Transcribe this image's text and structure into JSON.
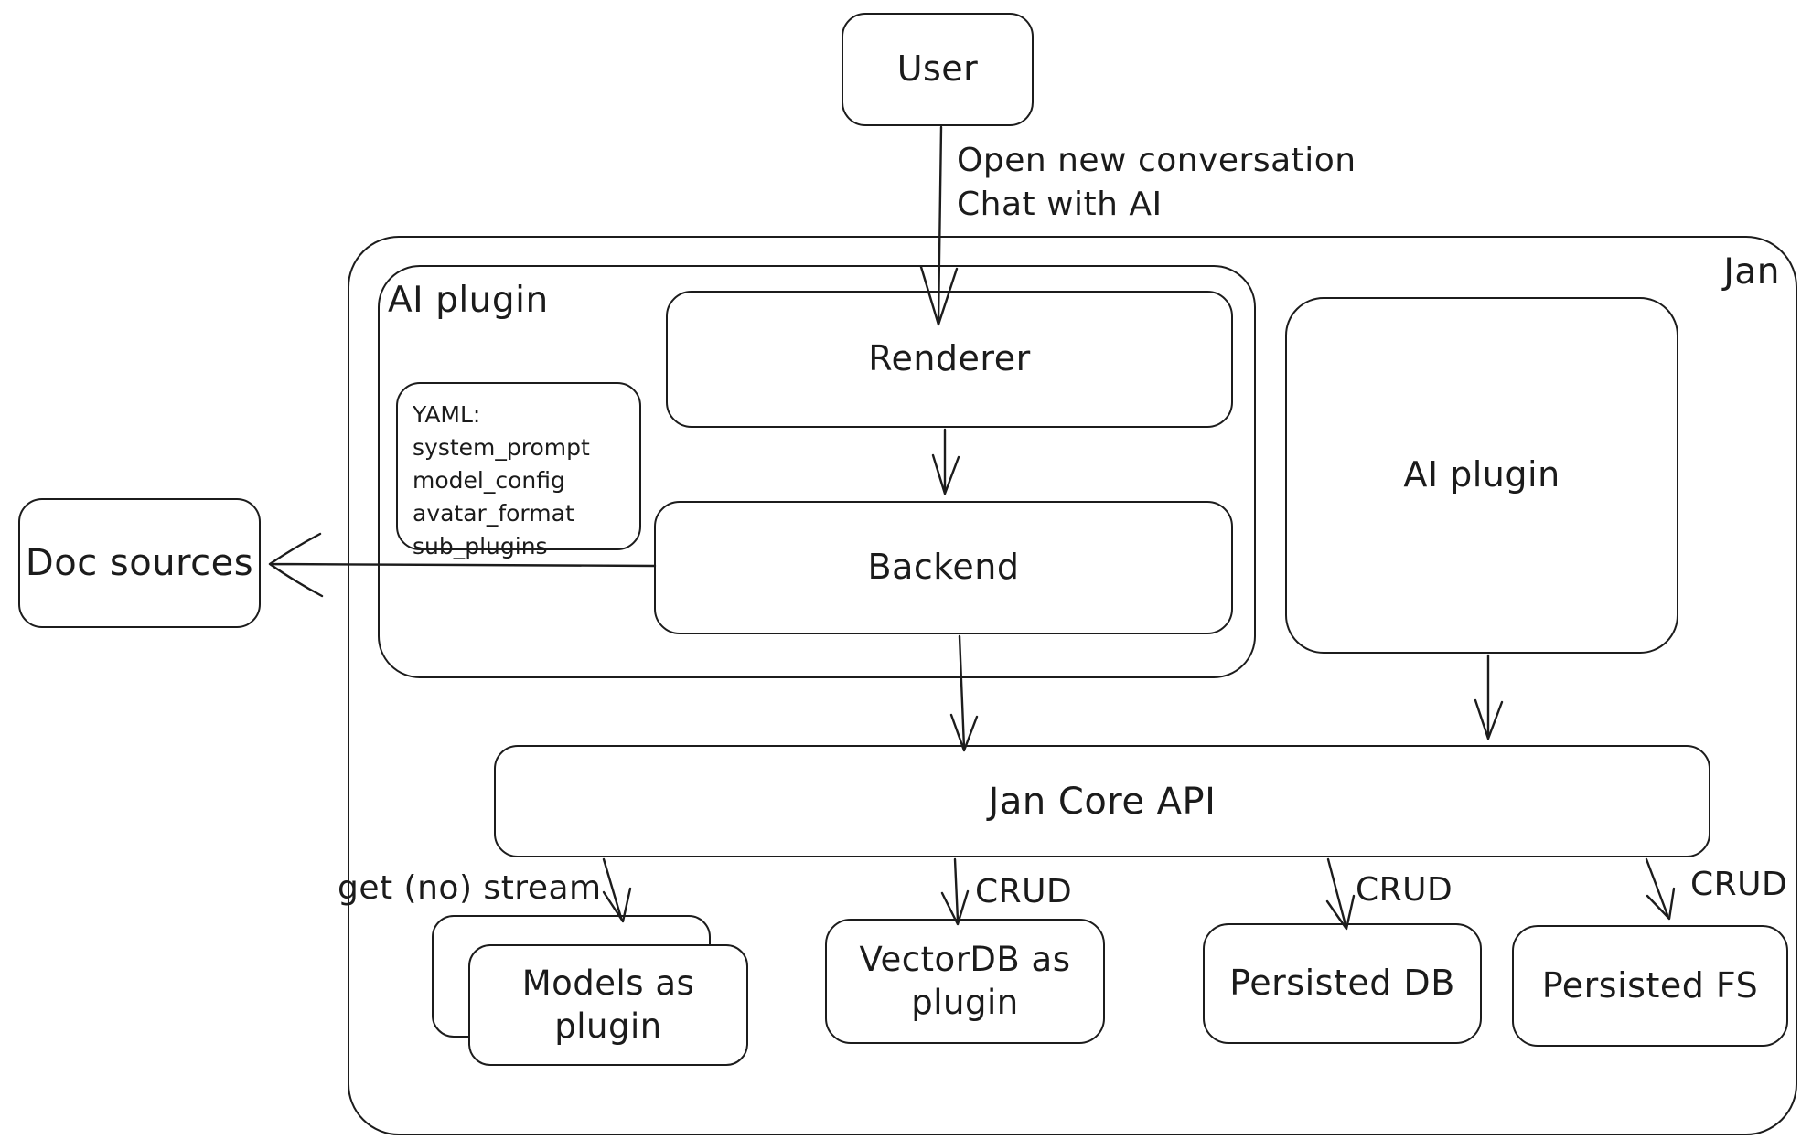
{
  "diagram": {
    "background_color": "#ffffff",
    "stroke_color": "#1c1c1c",
    "outer_label": "Jan",
    "nodes": {
      "user": {
        "label": "User"
      },
      "ai_plugin_container": {
        "label": "AI plugin"
      },
      "renderer": {
        "label": "Renderer"
      },
      "backend": {
        "label": "Backend"
      },
      "ai_plugin_right": {
        "label": "AI plugin"
      },
      "doc_sources": {
        "label": "Doc sources"
      },
      "jan_core_api": {
        "label": "Jan Core API"
      },
      "models_as_plugin": {
        "label": "Models as plugin"
      },
      "vectordb_as_plugin": {
        "label": "VectorDB as plugin"
      },
      "persisted_db": {
        "label": "Persisted DB"
      },
      "persisted_fs": {
        "label": "Persisted FS"
      }
    },
    "yaml_note": {
      "lines": [
        "YAML:",
        "system_prompt",
        "model_config",
        "avatar_format",
        "sub_plugins"
      ]
    },
    "edge_labels": {
      "user_flow_line1": "Open new conversation",
      "user_flow_line2": "Chat with AI",
      "stream": "get (no) stream",
      "crud_vectordb": "CRUD",
      "crud_persisted_db": "CRUD",
      "crud_persisted_fs": "CRUD"
    }
  }
}
